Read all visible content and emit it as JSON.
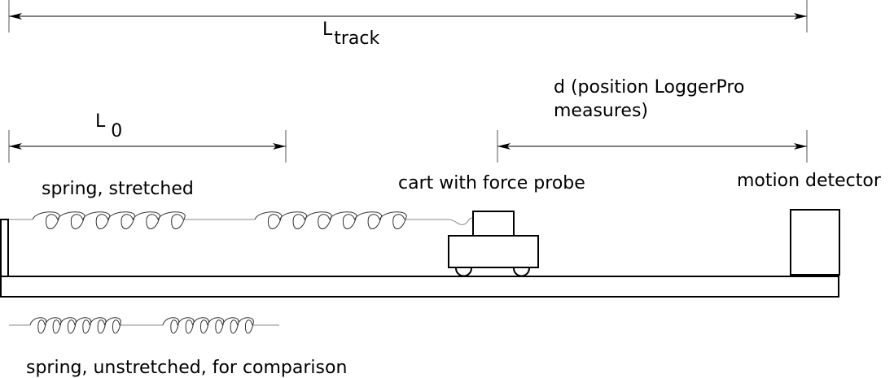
{
  "labels": {
    "track_main": "L",
    "track_sub": "track",
    "l0_main": "L",
    "l0_sub": "0",
    "d_line1": "d (position LoggerPro",
    "d_line2": "measures)",
    "spring_stretched": "spring, stretched",
    "cart": "cart with force probe",
    "motion_detector": "motion detector",
    "spring_unstretched": "spring, unstretched, for comparison"
  },
  "colors": {
    "line": "#000000",
    "spring": "#333333",
    "lead": "#888888"
  }
}
